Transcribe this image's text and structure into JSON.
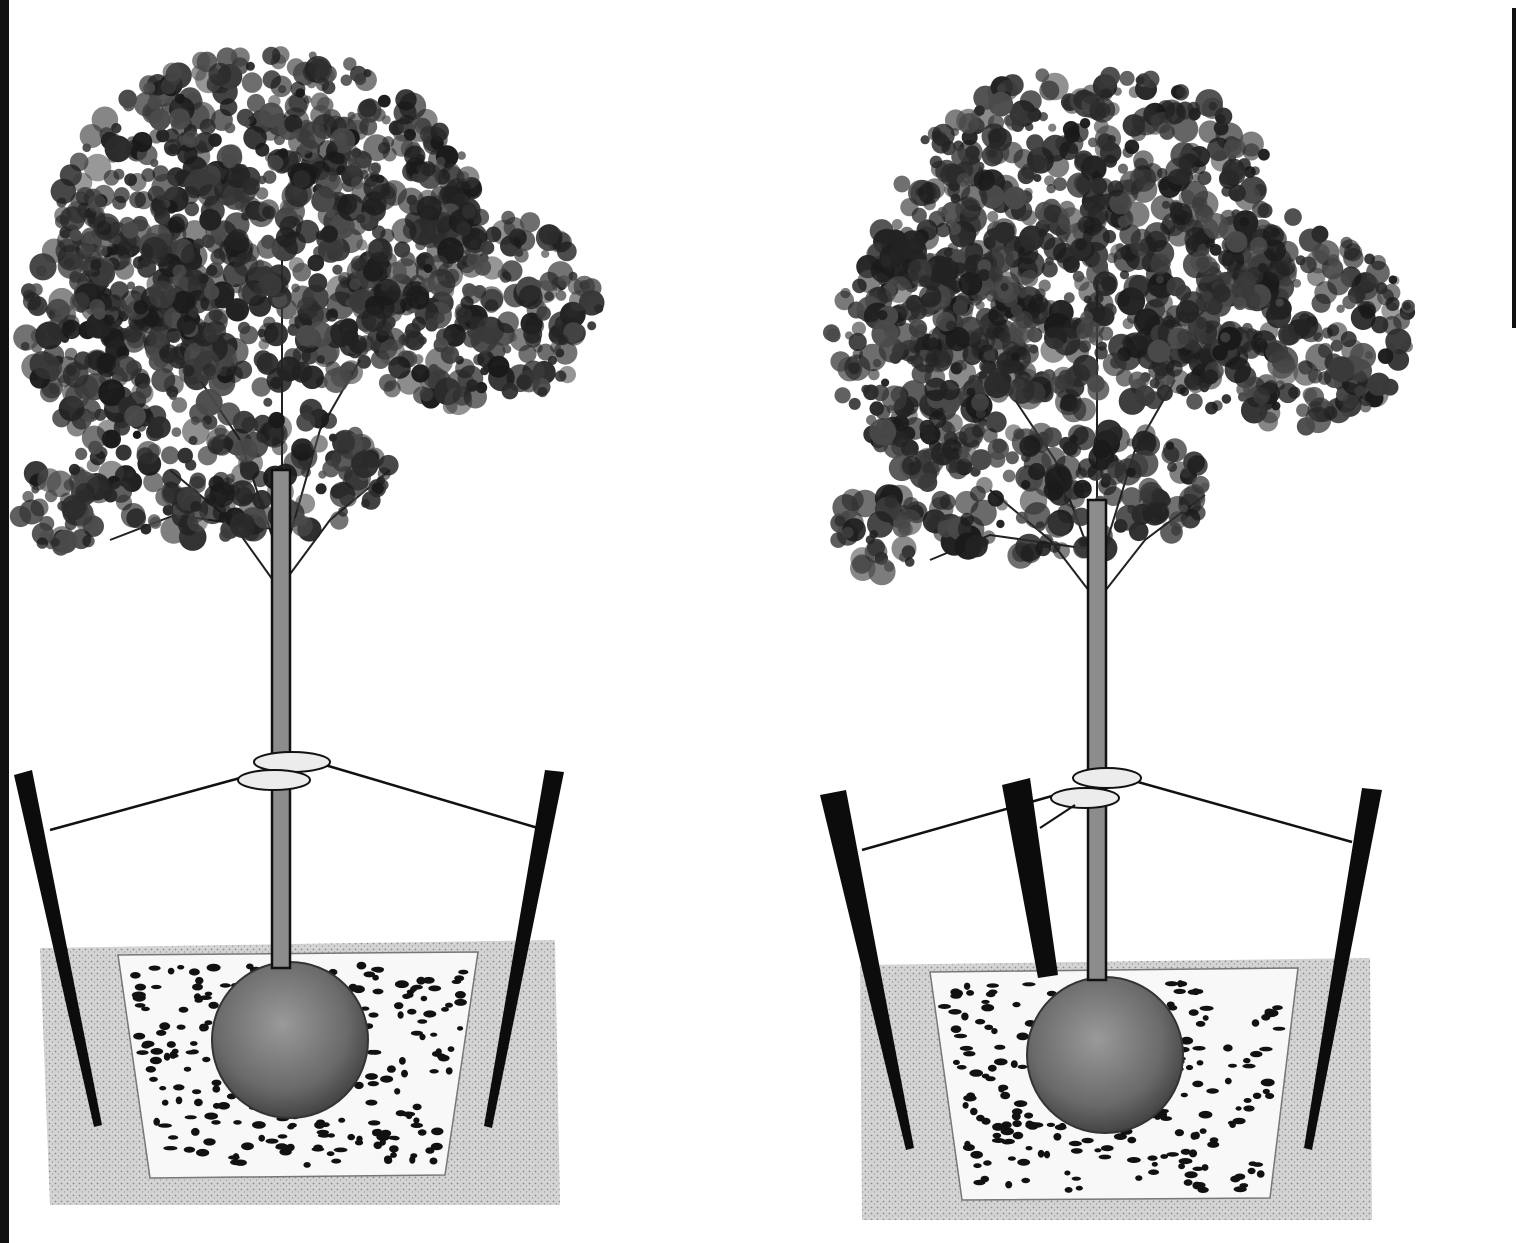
{
  "figure": {
    "panels": [
      {
        "id": "panel-left",
        "stakes": 2
      },
      {
        "id": "panel-right",
        "stakes": 3
      }
    ],
    "colors": {
      "background": "#ffffff",
      "ink": "#111111",
      "foliage": "#2a2a2a",
      "soil": "#c8c8c8",
      "root_ball": "#6e6e6e",
      "backfill": "#f7f7f7"
    }
  }
}
